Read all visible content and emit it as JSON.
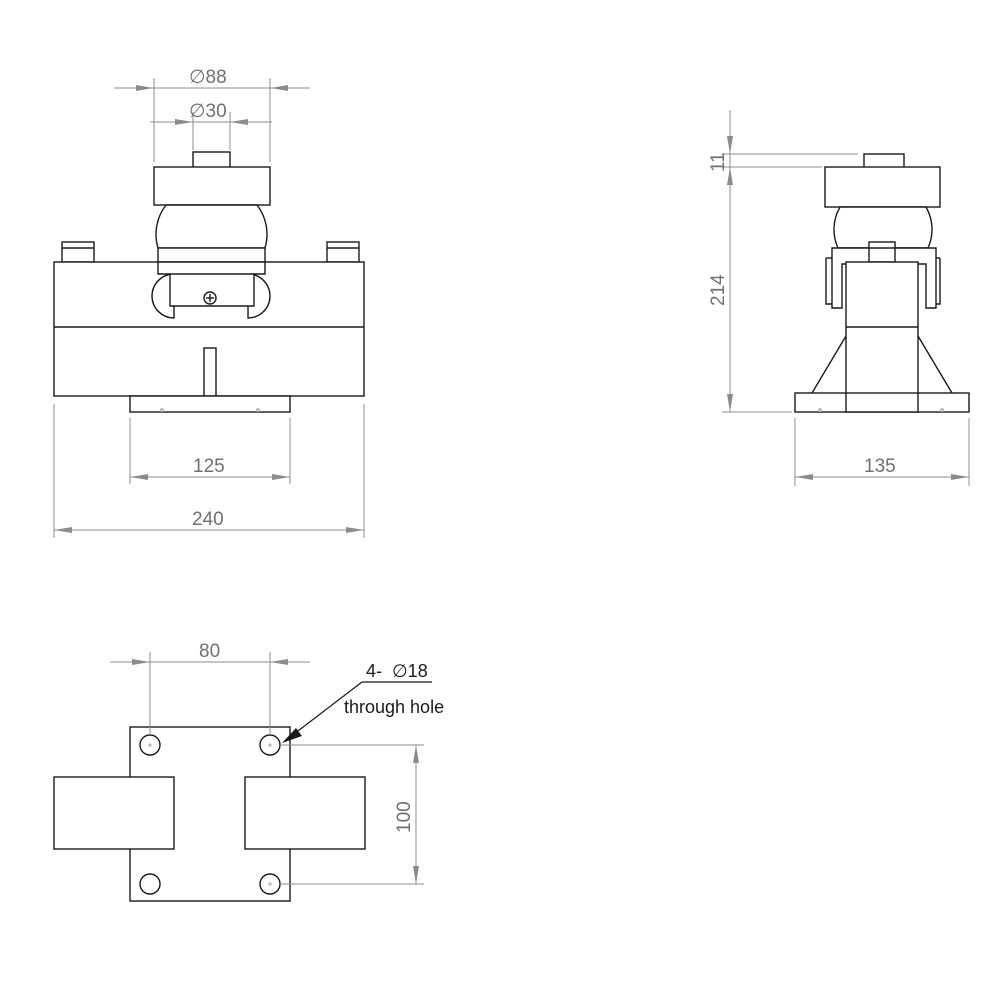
{
  "front_view": {
    "dim_top_outer": "∅88",
    "dim_top_inner": "∅30",
    "dim_base": "125",
    "dim_overall": "240"
  },
  "side_view": {
    "dim_cap": "11",
    "dim_height": "214",
    "dim_base": "135"
  },
  "bottom_view": {
    "dim_hole_spacing_x": "80",
    "dim_hole_spacing_y": "100",
    "hole_note_count": "4-",
    "hole_note_diameter": "∅18",
    "hole_note_desc": "through hole"
  },
  "colors": {
    "outline": "#1a1a1a",
    "dimension": "#8c8c8c"
  }
}
